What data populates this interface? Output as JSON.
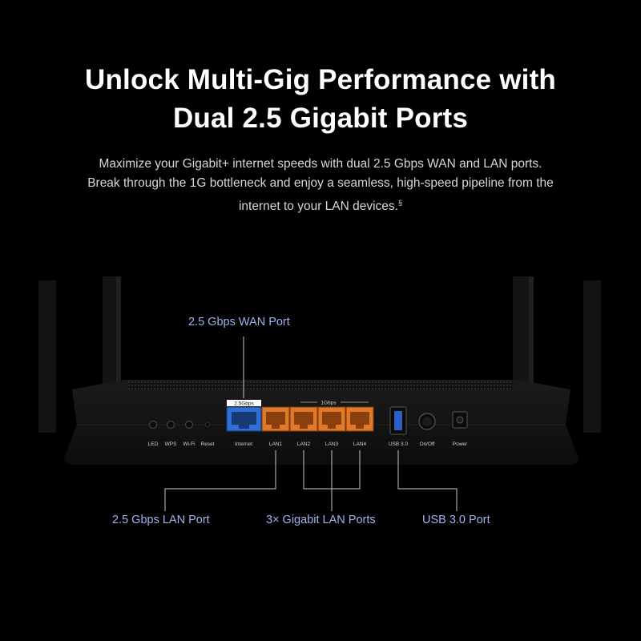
{
  "headline": {
    "line1": "Unlock Multi-Gig Performance with",
    "line2": "Dual 2.5 Gigabit Ports"
  },
  "subhead": {
    "line1": "Maximize your Gigabit+ internet speeds with dual 2.5 Gbps WAN and LAN ports.",
    "line2": "Break through the 1G bottleneck and enjoy a seamless, high-speed pipeline from  the",
    "line3": "internet to your LAN devices.",
    "footnote": "§"
  },
  "router": {
    "groups": {
      "wan": "2.5Gbps",
      "lan": "1Gbps"
    },
    "buttons": [
      "LED",
      "WPS",
      "Wi-Fi",
      "Reset"
    ],
    "ports": [
      "Internet",
      "LAN1",
      "LAN2",
      "LAN3",
      "LAN4",
      "USB 3.0",
      "On/Off",
      "Power"
    ]
  },
  "callouts": {
    "wan": "2.5 Gbps WAN Port",
    "lan25": "2.5 Gbps LAN Port",
    "gigabit": "3× Gigabit LAN Ports",
    "usb": "USB 3.0 Port"
  },
  "colors": {
    "accent_text": "#9fb3ee",
    "wan_port": "#2f6fd6",
    "lan_port": "#e2782a",
    "group_label_bg": "#ffffff"
  }
}
